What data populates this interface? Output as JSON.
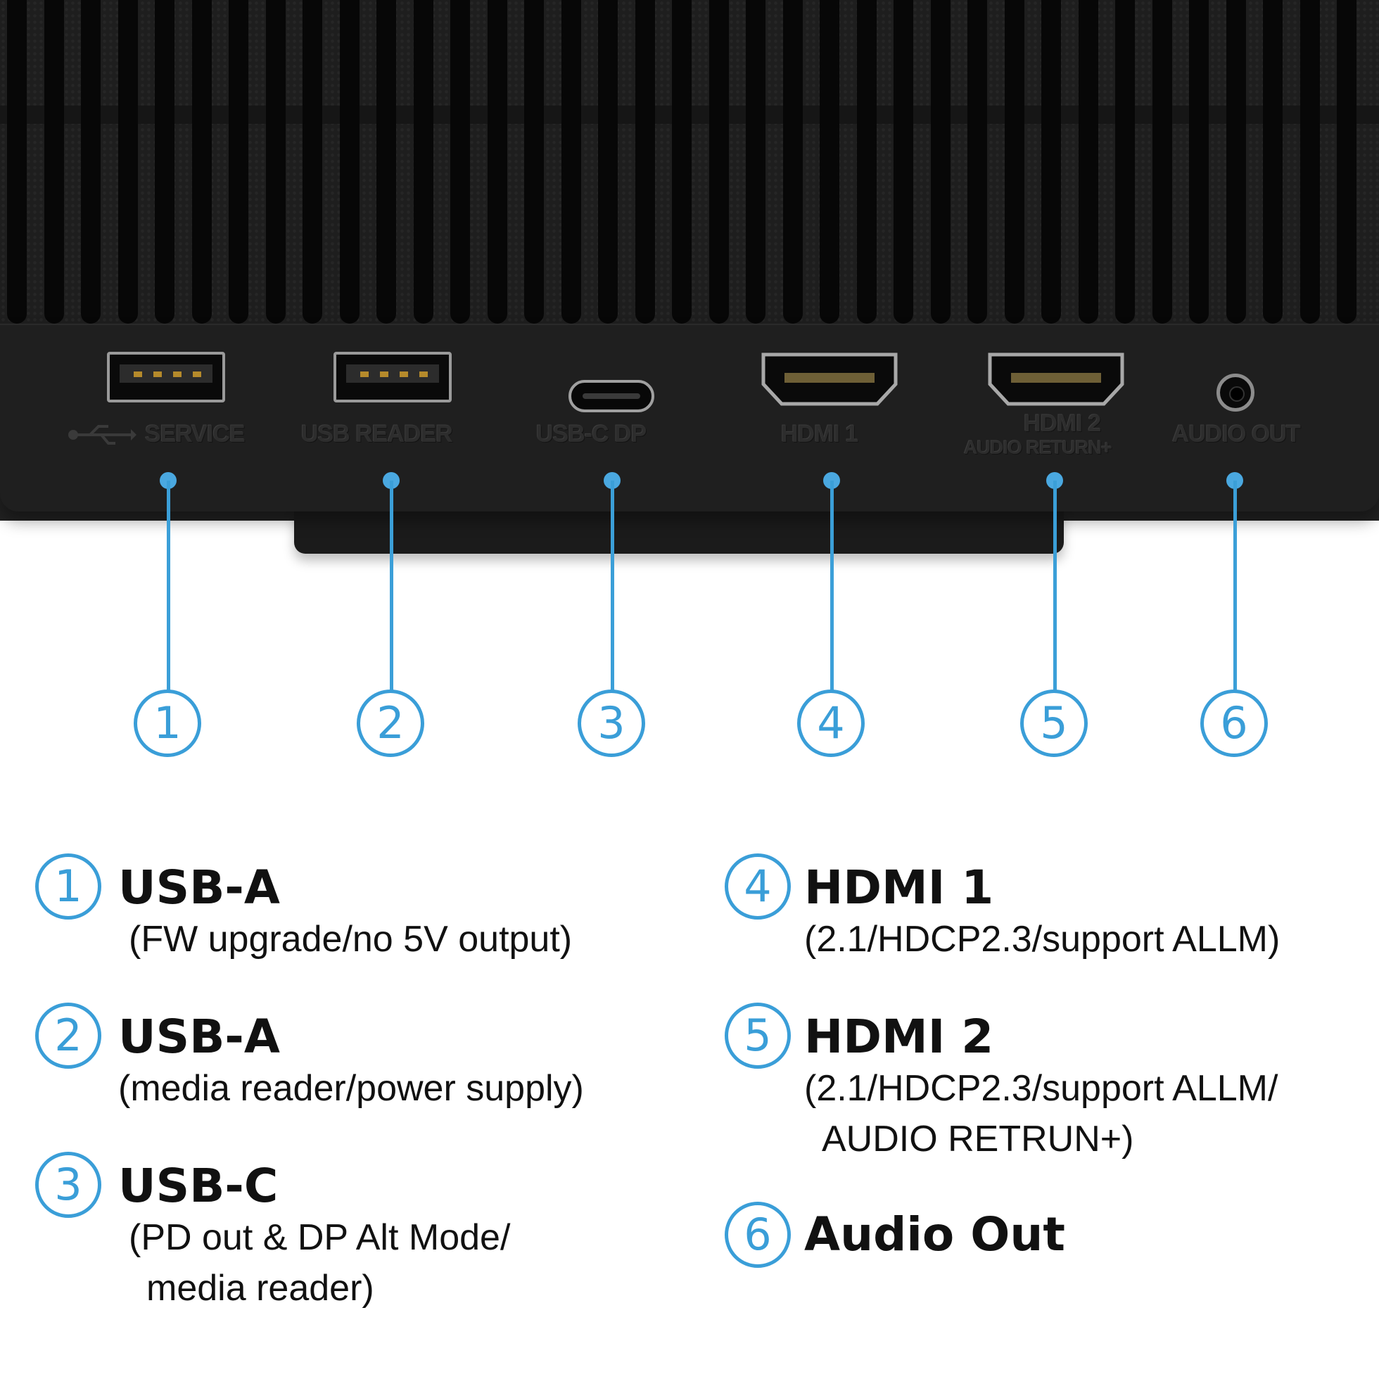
{
  "device_labels": {
    "service": "SERVICE",
    "usb_reader": "USB READER",
    "usb_c_dp": "USB-C DP",
    "hdmi1": "HDMI 1",
    "hdmi2_line1": "HDMI 2",
    "hdmi2_line2": "AUDIO RETURN+",
    "audio_out": "AUDIO OUT"
  },
  "callouts": [
    {
      "number": "1"
    },
    {
      "number": "2"
    },
    {
      "number": "3"
    },
    {
      "number": "4"
    },
    {
      "number": "5"
    },
    {
      "number": "6"
    }
  ],
  "legend": [
    {
      "number": "1",
      "title": "USB-A",
      "lines": [
        "(FW upgrade/no 5V output)"
      ]
    },
    {
      "number": "2",
      "title": "USB-A",
      "lines": [
        "(media reader/power supply)"
      ]
    },
    {
      "number": "3",
      "title": "USB-C",
      "lines": [
        "(PD out & DP Alt Mode/",
        "media reader)"
      ]
    },
    {
      "number": "4",
      "title": "HDMI 1",
      "lines": [
        "(2.1/HDCP2.3/support ALLM)"
      ]
    },
    {
      "number": "5",
      "title": "HDMI 2",
      "lines": [
        "(2.1/HDCP2.3/support ALLM/",
        "AUDIO RETRUN+)"
      ]
    },
    {
      "number": "6",
      "title": "Audio Out",
      "lines": []
    }
  ],
  "colors": {
    "accent": "#3a9ed8",
    "device": "#1f1f1f",
    "text": "#111111"
  }
}
